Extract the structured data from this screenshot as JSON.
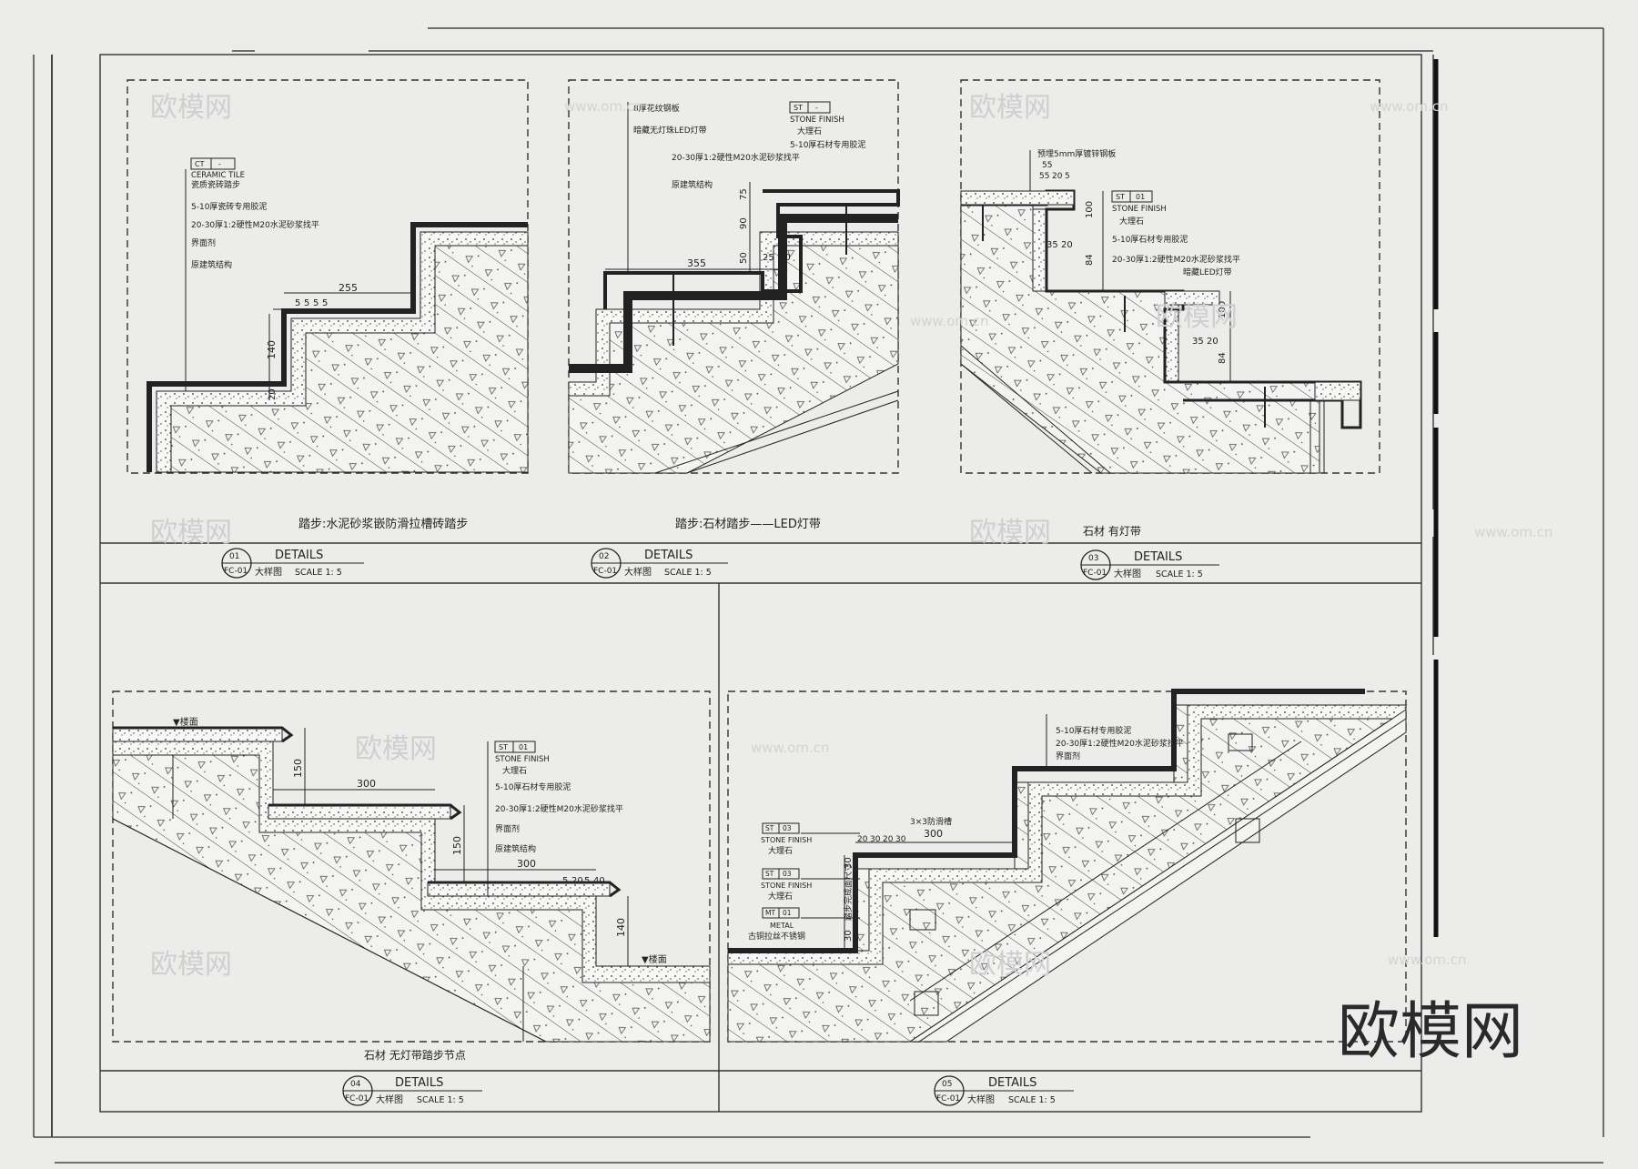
{
  "watermark": {
    "brand": "欧模网",
    "url": "www.om.cn"
  },
  "details": [
    {
      "no": "01",
      "sheet": "FC-01",
      "heading": "DETAILS",
      "sub": "大样图",
      "scale": "SCALE 1: 5",
      "caption": "踏步:水泥砂浆嵌防滑拉槽砖踏步",
      "tag": {
        "code": "CT",
        "num": "-"
      },
      "notes": [
        "CERAMIC TILE",
        "瓷质瓷砖踏步",
        "5-10厚瓷砖专用胶泥",
        "20-30厚1:2硬性M20水泥砂浆找平",
        "界面剂",
        "原建筑结构"
      ],
      "dims": [
        "255",
        "5",
        "5",
        "5",
        "5",
        "140",
        "20"
      ]
    },
    {
      "no": "02",
      "sheet": "FC-01",
      "heading": "DETAILS",
      "sub": "大样图",
      "scale": "SCALE 1: 5",
      "caption": "踏步:石材踏步——LED灯带",
      "tag": {
        "code": "ST",
        "num": "-"
      },
      "notes": [
        "8厚花纹钢板",
        "暗藏无灯珠LED灯带",
        "20-30厚1:2硬性M20水泥砂浆找平",
        "原建筑结构",
        "STONE FINISH",
        "大理石",
        "5-10厚石材专用胶泥"
      ],
      "dims": [
        "355",
        "75",
        "90",
        "50",
        "25",
        "30"
      ]
    },
    {
      "no": "03",
      "sheet": "FC-01",
      "heading": "DETAILS",
      "sub": "大样图",
      "scale": "SCALE 1: 5",
      "caption": "石材 有灯带",
      "tag": {
        "code": "ST",
        "num": "01"
      },
      "notes": [
        "预埋5mm厚镀锌钢板",
        "STONE FINISH",
        "大理石",
        "5-10厚石材专用胶泥",
        "20-30厚1:2硬性M20水泥砂浆找平",
        "暗藏LED灯带"
      ],
      "dims": [
        "55",
        "55",
        "20",
        "5",
        "100",
        "35",
        "20",
        "84",
        "100",
        "35",
        "20",
        "84"
      ]
    },
    {
      "no": "04",
      "sheet": "FC-01",
      "heading": "DETAILS",
      "sub": "大样图",
      "scale": "SCALE 1: 5",
      "caption": "石材 无灯带踏步节点",
      "tag": {
        "code": "ST",
        "num": "01"
      },
      "notes": [
        "STONE FINISH",
        "大理石",
        "5-10厚石材专用胶泥",
        "20-30厚1:2硬性M20水泥砂浆找平",
        "界面剂",
        "原建筑结构"
      ],
      "dims": [
        "150",
        "300",
        "150",
        "300",
        "5",
        "20",
        "5",
        "40",
        "140"
      ],
      "level": "▼楼面"
    },
    {
      "no": "05",
      "sheet": "FC-01",
      "heading": "DETAILS",
      "sub": "大样图",
      "scale": "SCALE 1: 5",
      "caption": "",
      "tags": [
        {
          "code": "ST",
          "num": "03",
          "name": "STONE FINISH",
          "cn": "大理石"
        },
        {
          "code": "ST",
          "num": "03",
          "name": "STONE FINISH",
          "cn": "大理石"
        },
        {
          "code": "MT",
          "num": "01",
          "name": "METAL",
          "cn": "古铜拉丝不锈钢"
        }
      ],
      "notes": [
        "5-10厚石材专用胶泥",
        "20-30厚1:2硬性M20水泥砂浆找平",
        "界面剂",
        "3×3防滑槽"
      ],
      "dims": [
        "20",
        "30",
        "20",
        "30",
        "300",
        "30",
        "30"
      ],
      "vnote": "踏步完成面尺寸"
    }
  ]
}
